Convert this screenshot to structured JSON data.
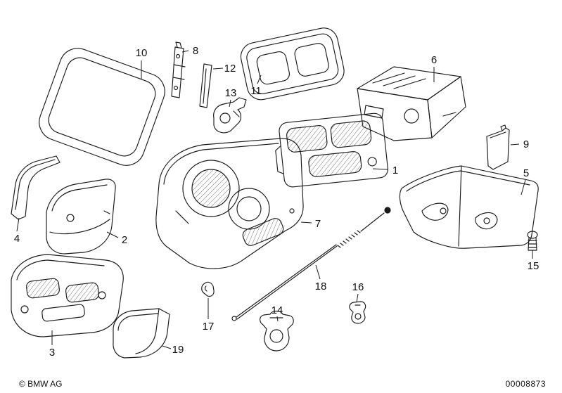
{
  "page": {
    "background": "#ffffff",
    "line_color": "#1a1a1a"
  },
  "footer": {
    "copyright": "© BMW AG",
    "document_number": "00008873"
  },
  "diagram": {
    "type": "exploded-parts-drawing",
    "description": "Heater / air conditioner housing parts with numbered callouts 1-19",
    "callouts": [
      {
        "label": "1"
      },
      {
        "label": "2"
      },
      {
        "label": "3"
      },
      {
        "label": "4"
      },
      {
        "label": "5"
      },
      {
        "label": "6"
      },
      {
        "label": "7"
      },
      {
        "label": "8"
      },
      {
        "label": "9"
      },
      {
        "label": "10"
      },
      {
        "label": "11"
      },
      {
        "label": "12"
      },
      {
        "label": "13"
      },
      {
        "label": "14"
      },
      {
        "label": "15"
      },
      {
        "label": "16"
      },
      {
        "label": "17"
      },
      {
        "label": "18"
      },
      {
        "label": "19"
      }
    ]
  }
}
